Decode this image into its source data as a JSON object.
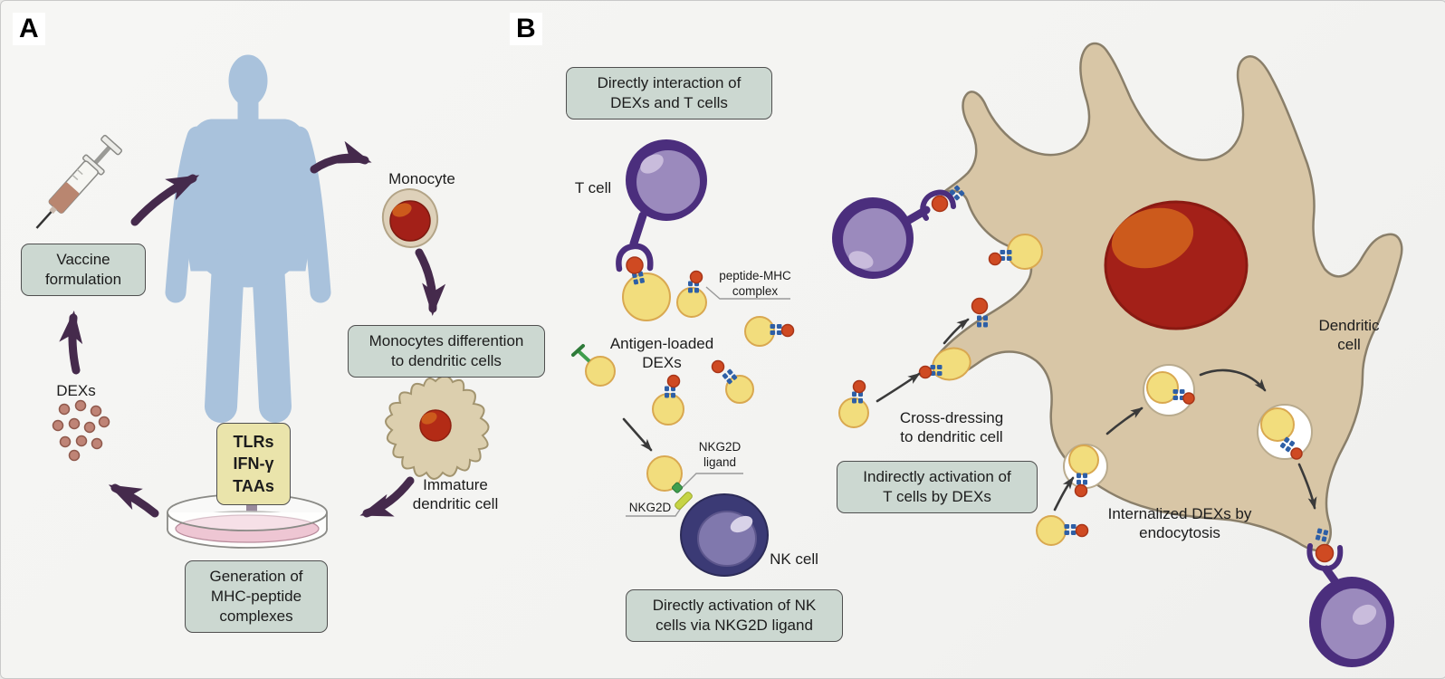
{
  "figure": {
    "panel_a": {
      "label": "A",
      "vaccine_formulation": "Vaccine\nformulation",
      "dexs": "DEXs",
      "stimulants": [
        "TLRs",
        "IFN-γ",
        "TAAs"
      ],
      "generation": "Generation of\nMHC-peptide\ncomplexes",
      "monocyte": "Monocyte",
      "monocytes_differention": "Monocytes differention\nto dendritic cells",
      "immature_dc": "Immature\ndendritic cell"
    },
    "panel_b": {
      "label": "B",
      "directly_interaction": "Directly interaction of\nDEXs and T cells",
      "t_cell": "T cell",
      "peptide_mhc": "peptide-MHC\ncomplex",
      "antigen_loaded": "Antigen-loaded\nDEXs",
      "nkg2d_ligand": "NKG2D\nligand",
      "nkg2d": "NKG2D",
      "nk_cell": "NK cell",
      "directly_activation": "Directly activation of NK\ncells via NKG2D ligand",
      "cross_dressing": "Cross-dressing\nto dendritic cell",
      "indirectly_activation": "Indirectly activation of\nT cells by DEXs",
      "internalized": "Internalized DEXs by\nendocytosis",
      "dendritic_cell": "Dendritic\ncell"
    },
    "colors": {
      "box_fill": "#ccd8d1",
      "yellow_box": "#eae4ab",
      "arrow_purple": "#452a4c",
      "human_blue": "#a9c2dc",
      "exosome_yellow": "#f2dd7d",
      "exosome_border": "#d9a850",
      "mhc_blue": "#2e5fa6",
      "peptide_red": "#cf4a22",
      "dc_tan": "#d8c6a6",
      "dc_outline": "#8a7f6a",
      "nucleus_red": "#a32018",
      "nucleus_orange": "#cc5a1c",
      "tcell_purple": "#4b2e7d",
      "tcell_inner": "#9b8abd",
      "nk_navy": "#3b3a75",
      "nk_inner": "#8078ad",
      "green_ligand": "#3f9e4d",
      "nkg2d_receptor": "#c6d445",
      "dexs_dot": "#bf8476",
      "petri_pink": "#eec6d3",
      "monocyte_body": "#ded1ba"
    }
  }
}
